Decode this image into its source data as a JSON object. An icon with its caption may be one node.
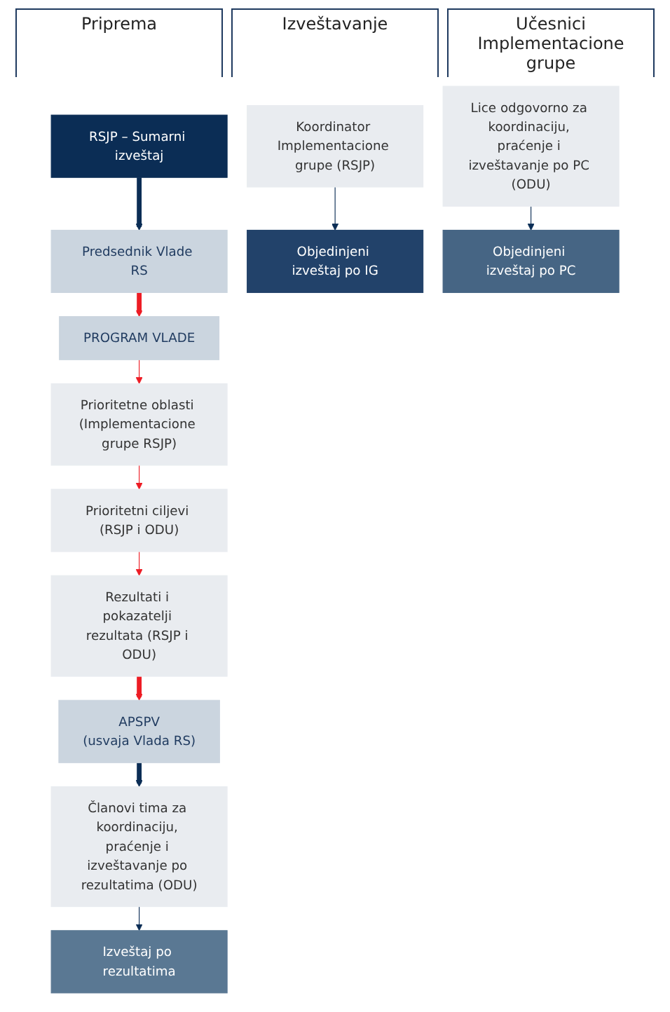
{
  "diagram": {
    "nodes": [
      {
        "text": [
          "Predsednik Vlade RS"
        ]
      },
      {
        "text": [
          "PROGRAM VLADE"
        ]
      },
      {
        "text": [
          "RSJP – Sumarni izveštaj"
        ]
      },
      {
        "text": [
          "Prioritetne oblasti (Implementacione grupe RSJP)"
        ]
      },
      {
        "text": [
          "Objedinjeni izveštaj po IG"
        ]
      },
      {
        "text": [
          "Koordinator Implementacione grupe (RSJP)"
        ]
      },
      {
        "text": [
          "Prioritetni ciljevi (RSJP i ODU)"
        ]
      },
      {
        "text": [
          "Objedinjeni izveštaj po PC"
        ]
      },
      {
        "text": [
          "Lice odgovorno za koordinaciju, praćenje i izveštavanje po PC (ODU)"
        ]
      },
      {
        "text": [
          "Rezultati i pokazatelji rezultata (RSJP i ODU)"
        ]
      },
      {
        "text": [
          "Izveštaj po rezultatima"
        ]
      },
      {
        "text": [
          "Članovi tima za koordinaciju, praćenje i izveštavanje po rezultatima (ODU)"
        ]
      },
      {
        "text": [
          "APSPV",
          "(usvaja Vlada RS)"
        ]
      }
    ],
    "edges": [
      {
        "from": 0,
        "to": 1,
        "arrow": "to",
        "style": "thick",
        "color": "#ed1c24"
      },
      {
        "from": 1,
        "to": 3,
        "arrow": "to",
        "color": "#ed1c24"
      },
      {
        "from": 3,
        "to": 6,
        "arrow": "to",
        "color": "#ed1c24"
      },
      {
        "from": 6,
        "to": 9,
        "arrow": "to",
        "color": "#ed1c24"
      },
      {
        "from": 9,
        "to": 12,
        "arrow": "to",
        "style": "thick",
        "color": "#ed1c24"
      },
      {
        "from": 12,
        "to": 11,
        "arrow": "to",
        "style": "thick",
        "color": "#0b2d55"
      },
      {
        "from": 11,
        "to": 10,
        "arrow": "to",
        "color": "#0b2d55"
      },
      {
        "from": 8,
        "to": 7,
        "arrow": "to",
        "color": "#0b2d55"
      },
      {
        "from": 5,
        "to": 4,
        "arrow": "to",
        "color": "#0b2d55"
      },
      {
        "from": 2,
        "to": 0,
        "arrow": "to",
        "style": "thick",
        "color": "#0b2d55"
      }
    ],
    "labels": [
      "Priprema",
      "Izveštavanje",
      "Učesnici Implementacione grupe"
    ]
  }
}
